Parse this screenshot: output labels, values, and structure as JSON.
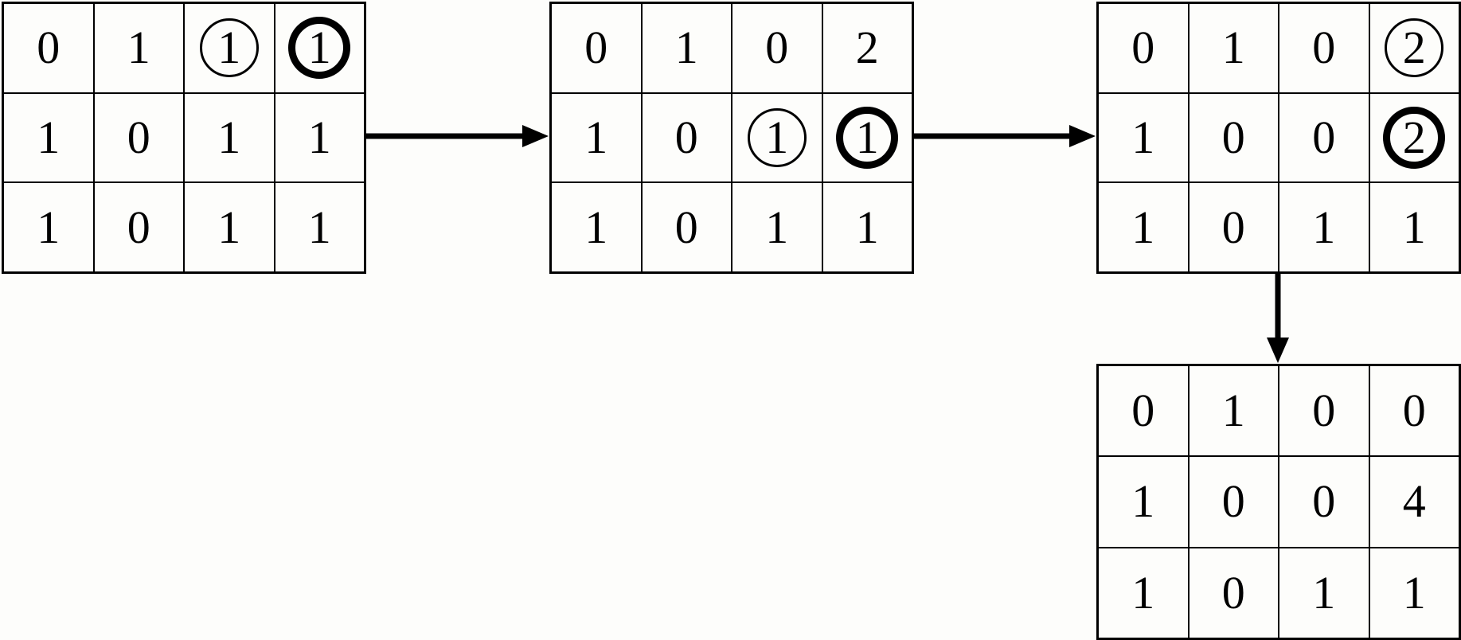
{
  "figure": {
    "colors": {
      "line": "#000000",
      "background": "#fdfdfb"
    },
    "grids": [
      {
        "name": "matrix-step-1",
        "rows": 3,
        "cols": 4,
        "cells": [
          [
            {
              "value": "0"
            },
            {
              "value": "1"
            },
            {
              "value": "1",
              "circle": "thin"
            },
            {
              "value": "1",
              "circle": "thick"
            }
          ],
          [
            {
              "value": "1"
            },
            {
              "value": "0"
            },
            {
              "value": "1"
            },
            {
              "value": "1"
            }
          ],
          [
            {
              "value": "1"
            },
            {
              "value": "0"
            },
            {
              "value": "1"
            },
            {
              "value": "1"
            }
          ]
        ]
      },
      {
        "name": "matrix-step-2",
        "rows": 3,
        "cols": 4,
        "cells": [
          [
            {
              "value": "0"
            },
            {
              "value": "1"
            },
            {
              "value": "0"
            },
            {
              "value": "2"
            }
          ],
          [
            {
              "value": "1"
            },
            {
              "value": "0"
            },
            {
              "value": "1",
              "circle": "thin"
            },
            {
              "value": "1",
              "circle": "thick"
            }
          ],
          [
            {
              "value": "1"
            },
            {
              "value": "0"
            },
            {
              "value": "1"
            },
            {
              "value": "1"
            }
          ]
        ]
      },
      {
        "name": "matrix-step-3",
        "rows": 3,
        "cols": 4,
        "cells": [
          [
            {
              "value": "0"
            },
            {
              "value": "1"
            },
            {
              "value": "0"
            },
            {
              "value": "2",
              "circle": "thin"
            }
          ],
          [
            {
              "value": "1"
            },
            {
              "value": "0"
            },
            {
              "value": "0"
            },
            {
              "value": "2",
              "circle": "thick"
            }
          ],
          [
            {
              "value": "1"
            },
            {
              "value": "0"
            },
            {
              "value": "1"
            },
            {
              "value": "1"
            }
          ]
        ]
      },
      {
        "name": "matrix-step-4",
        "rows": 3,
        "cols": 4,
        "cells": [
          [
            {
              "value": "0"
            },
            {
              "value": "1"
            },
            {
              "value": "0"
            },
            {
              "value": "0"
            }
          ],
          [
            {
              "value": "1"
            },
            {
              "value": "0"
            },
            {
              "value": "0"
            },
            {
              "value": "4"
            }
          ],
          [
            {
              "value": "1"
            },
            {
              "value": "0"
            },
            {
              "value": "1"
            },
            {
              "value": "1"
            }
          ]
        ]
      }
    ],
    "arrows": [
      {
        "name": "arrow-1",
        "direction": "right",
        "from": "matrix-step-1",
        "to": "matrix-step-2"
      },
      {
        "name": "arrow-2",
        "direction": "right",
        "from": "matrix-step-2",
        "to": "matrix-step-3"
      },
      {
        "name": "arrow-3",
        "direction": "down",
        "from": "matrix-step-3",
        "to": "matrix-step-4"
      }
    ]
  }
}
